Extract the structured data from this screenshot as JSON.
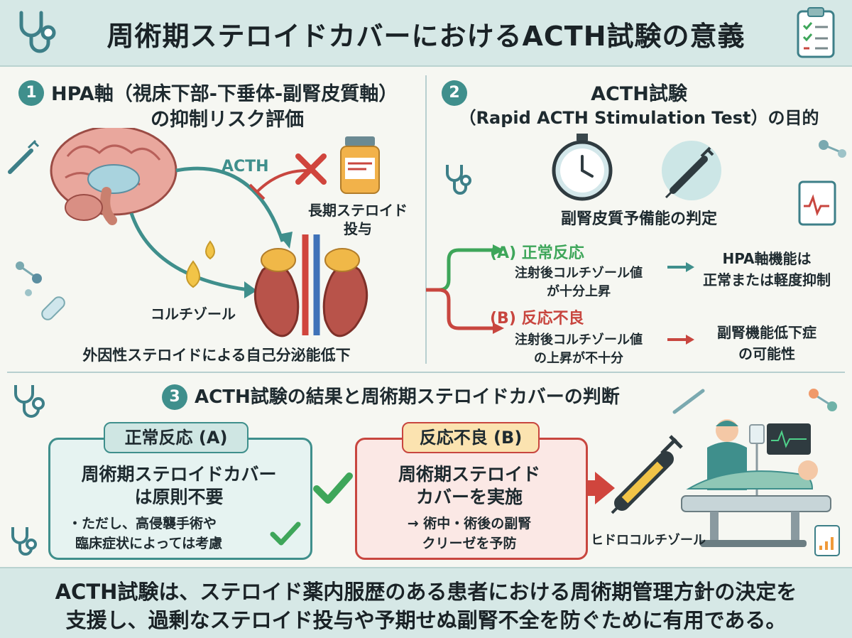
{
  "header": {
    "title": "周術期ステロイドカバーにおけるACTH試験の意義"
  },
  "section1": {
    "number": "1",
    "title_line1": "HPA軸（視床下部-下垂体-副腎皮質軸）",
    "title_line2": "の抑制リスク評価",
    "acth_label": "ACTH",
    "steroid_label_line1": "長期ステロイド",
    "steroid_label_line2": "投与",
    "cortisol_label": "コルチゾール",
    "caption": "外因性ステロイドによる自己分泌能低下"
  },
  "section2": {
    "number": "2",
    "title_line1": "ACTH試験",
    "title_line2": "（Rapid ACTH Stimulation Test）の目的",
    "purpose": "副腎皮質予備能の判定",
    "normal": {
      "title": "(A) 正常反応",
      "desc_line1": "注射後コルチゾール値",
      "desc_line2": "が十分上昇",
      "result_line1": "HPA軸機能は",
      "result_line2": "正常または軽度抑制"
    },
    "poor": {
      "title": "(B) 反応不良",
      "desc_line1": "注射後コルチゾール値",
      "desc_line2": "の上昇が不十分",
      "result_line1": "副腎機能低下症",
      "result_line2": "の可能性"
    }
  },
  "section3": {
    "number": "3",
    "title": "ACTH試験の結果と周術期ステロイドカバーの判断",
    "normal_box": {
      "tag": "正常反応 (A)",
      "main_line1": "周術期ステロイドカバー",
      "main_line2": "は原則不要",
      "note_line1": "・ただし、高侵襲手術や",
      "note_line2": "臨床症状によっては考慮"
    },
    "poor_box": {
      "tag": "反応不良 (B)",
      "main_line1": "周術期ステロイド",
      "main_line2": "カバーを実施",
      "note_line1": "→ 術中・術後の副腎",
      "note_line2": "クリーゼを予防"
    },
    "drug_label": "ヒドロコルチゾール"
  },
  "footer": {
    "line1": "ACTH試験は、ステロイド薬内服歴のある患者における周術期管理方針の決定を",
    "line2": "支援し、過剰なステロイド投与や予期せぬ副腎不全を防ぐために有用である。"
  },
  "colors": {
    "teal": "#3f8f8c",
    "green": "#3ea65a",
    "red": "#c8463f",
    "normal_bg": "#e6f3f1",
    "poor_bg": "#fbe8e5"
  }
}
